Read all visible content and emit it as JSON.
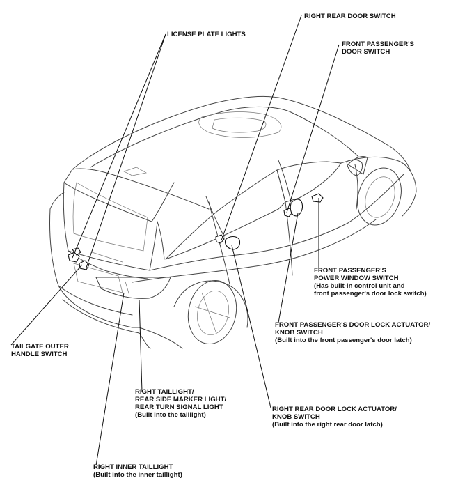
{
  "labels": {
    "license_plate_lights": "LICENSE PLATE LIGHTS",
    "right_rear_door_switch": "RIGHT REAR DOOR SWITCH",
    "front_passenger_door_switch": [
      "FRONT PASSENGER'S",
      "DOOR SWITCH"
    ],
    "front_passenger_power_window_switch": [
      "FRONT PASSENGER'S",
      "POWER WINDOW SWITCH",
      "(Has built-in control unit and",
      "front passenger's door lock switch)"
    ],
    "front_passenger_door_lock_actuator": [
      "FRONT PASSENGER'S DOOR LOCK ACTUATOR/",
      "KNOB SWITCH",
      "(Built into the front passenger's door latch)"
    ],
    "tailgate_outer_handle_switch": [
      "TAILGATE OUTER",
      "HANDLE SWITCH"
    ],
    "right_taillight": [
      "RIGHT TAILLIGHT/",
      "REAR SIDE MARKER LIGHT/",
      "REAR TURN SIGNAL LIGHT",
      "(Built into the taillight)"
    ],
    "right_rear_door_lock_actuator": [
      "RIGHT REAR DOOR LOCK ACTUATOR/",
      "KNOB SWITCH",
      "(Built into the right rear door latch)"
    ],
    "right_inner_taillight": [
      "RIGHT INNER TAILLIGHT",
      "(Built into the inner taillight)"
    ]
  },
  "colors": {
    "line": "#111111",
    "car_outline": "#444444",
    "background": "#ffffff"
  }
}
